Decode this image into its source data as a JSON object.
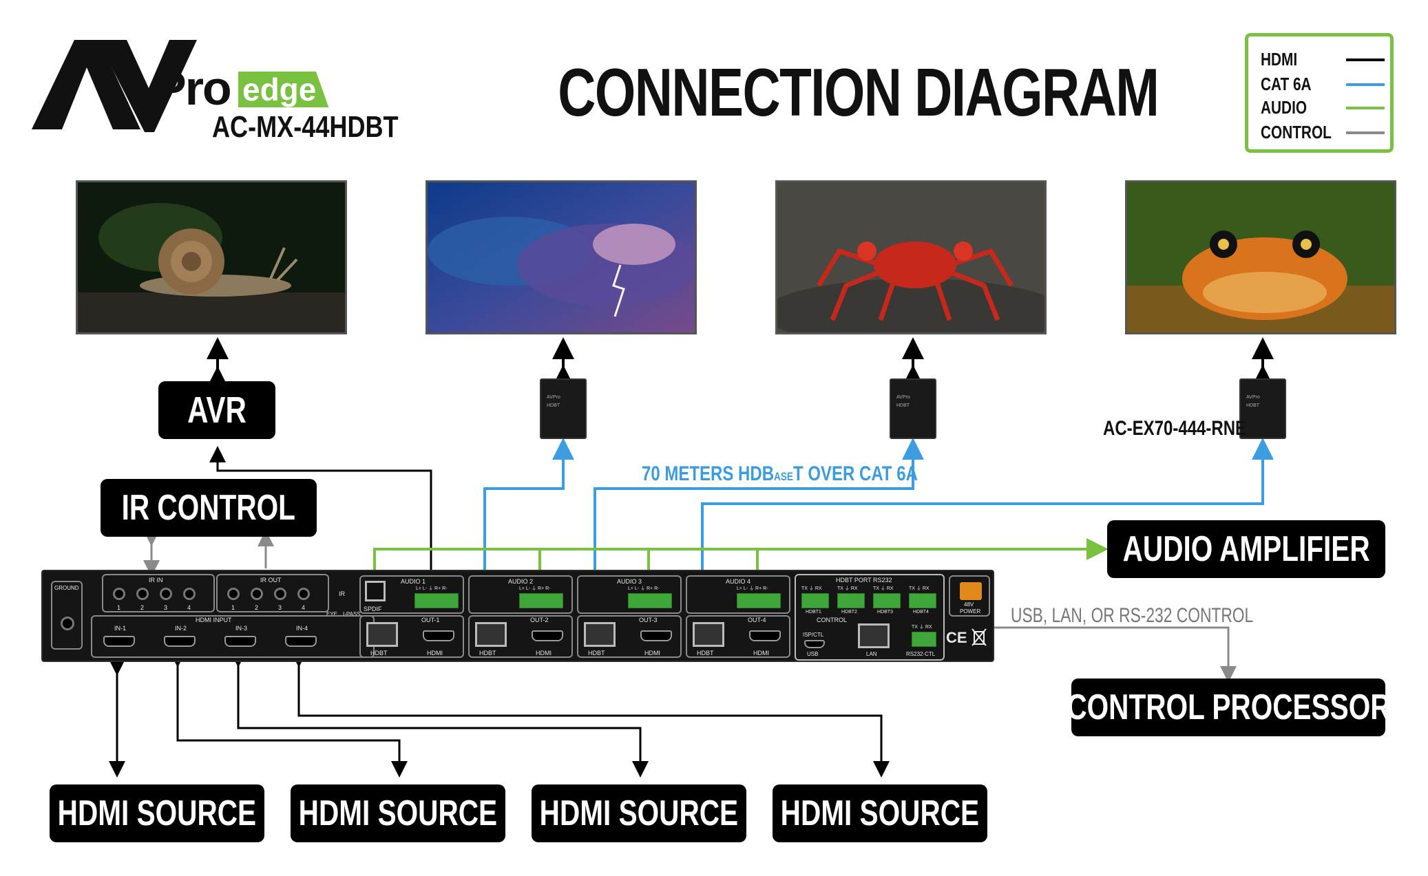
{
  "header": {
    "brand_av": "AV",
    "brand_pro": "Pro",
    "brand_edge": "edge",
    "model": "AC-MX-44HDBT",
    "title": "CONNECTION DIAGRAM"
  },
  "legend": [
    {
      "label": "HDMI",
      "color": "#000000"
    },
    {
      "label": "CAT 6A",
      "color": "#3b9de0"
    },
    {
      "label": "AUDIO",
      "color": "#7ac142"
    },
    {
      "label": "CONTROL",
      "color": "#8a8a8a"
    }
  ],
  "screens": [
    {
      "subject": "snail",
      "icon": "snail-image"
    },
    {
      "subject": "storm clouds",
      "icon": "storm-image"
    },
    {
      "subject": "crab",
      "icon": "crab-image"
    },
    {
      "subject": "frog",
      "icon": "frog-image"
    }
  ],
  "labels": {
    "avr": "AVR",
    "ir_control": "IR CONTROL",
    "audio_amplifier": "AUDIO AMPLIFIER",
    "control_processor": "CONTROL PROCESSOR",
    "receiver_model": "AC-EX70-444-RNE",
    "hdbaset_note_a": "70 METERS HDB",
    "hdbaset_note_b": "ASE",
    "hdbaset_note_c": "T OVER CAT 6A",
    "control_note": "USB, LAN, OR RS-232 CONTROL",
    "hdmi_sources": [
      "HDMI SOURCE",
      "HDMI SOURCE",
      "HDMI SOURCE",
      "HDMI SOURCE"
    ]
  },
  "matrix": {
    "ground": "GROUND",
    "ir_in": "IR IN",
    "ir_out": "IR OUT",
    "ir_numbers": [
      "1",
      "2",
      "3",
      "4"
    ],
    "ir": "IR",
    "eye": "EYE",
    "pass": "I-PASS",
    "hdmi_input": "HDMI INPUT",
    "inputs": [
      "IN-1",
      "IN-2",
      "IN-3",
      "IN-4"
    ],
    "spdif": "SPDIF",
    "audio_outputs": [
      "AUDIO 1",
      "AUDIO 2",
      "AUDIO 3",
      "AUDIO 4"
    ],
    "audio_pins": "L+ L- ⏚ R+ R-",
    "outputs": [
      "OUT-1",
      "OUT-2",
      "OUT-3",
      "OUT-4"
    ],
    "hdbt": "HDBT",
    "hdmi": "HDMI",
    "hdbt_port_rs232": "HDBT PORT RS232",
    "txrx": "TX ⏚ RX",
    "hdbt_ports": [
      "HDBT1",
      "HDBT2",
      "HDBT3",
      "HDBT4"
    ],
    "control": "CONTROL",
    "isp_ctl": "ISP/CTL",
    "usb": "USB",
    "lan": "LAN",
    "rs232_ctl": "RS232-CTL",
    "power_voltage": "48V",
    "power": "POWER",
    "ce_mark": "CE"
  },
  "receiver_face": {
    "brand": "AVPro",
    "hdbt": "HDBT"
  }
}
